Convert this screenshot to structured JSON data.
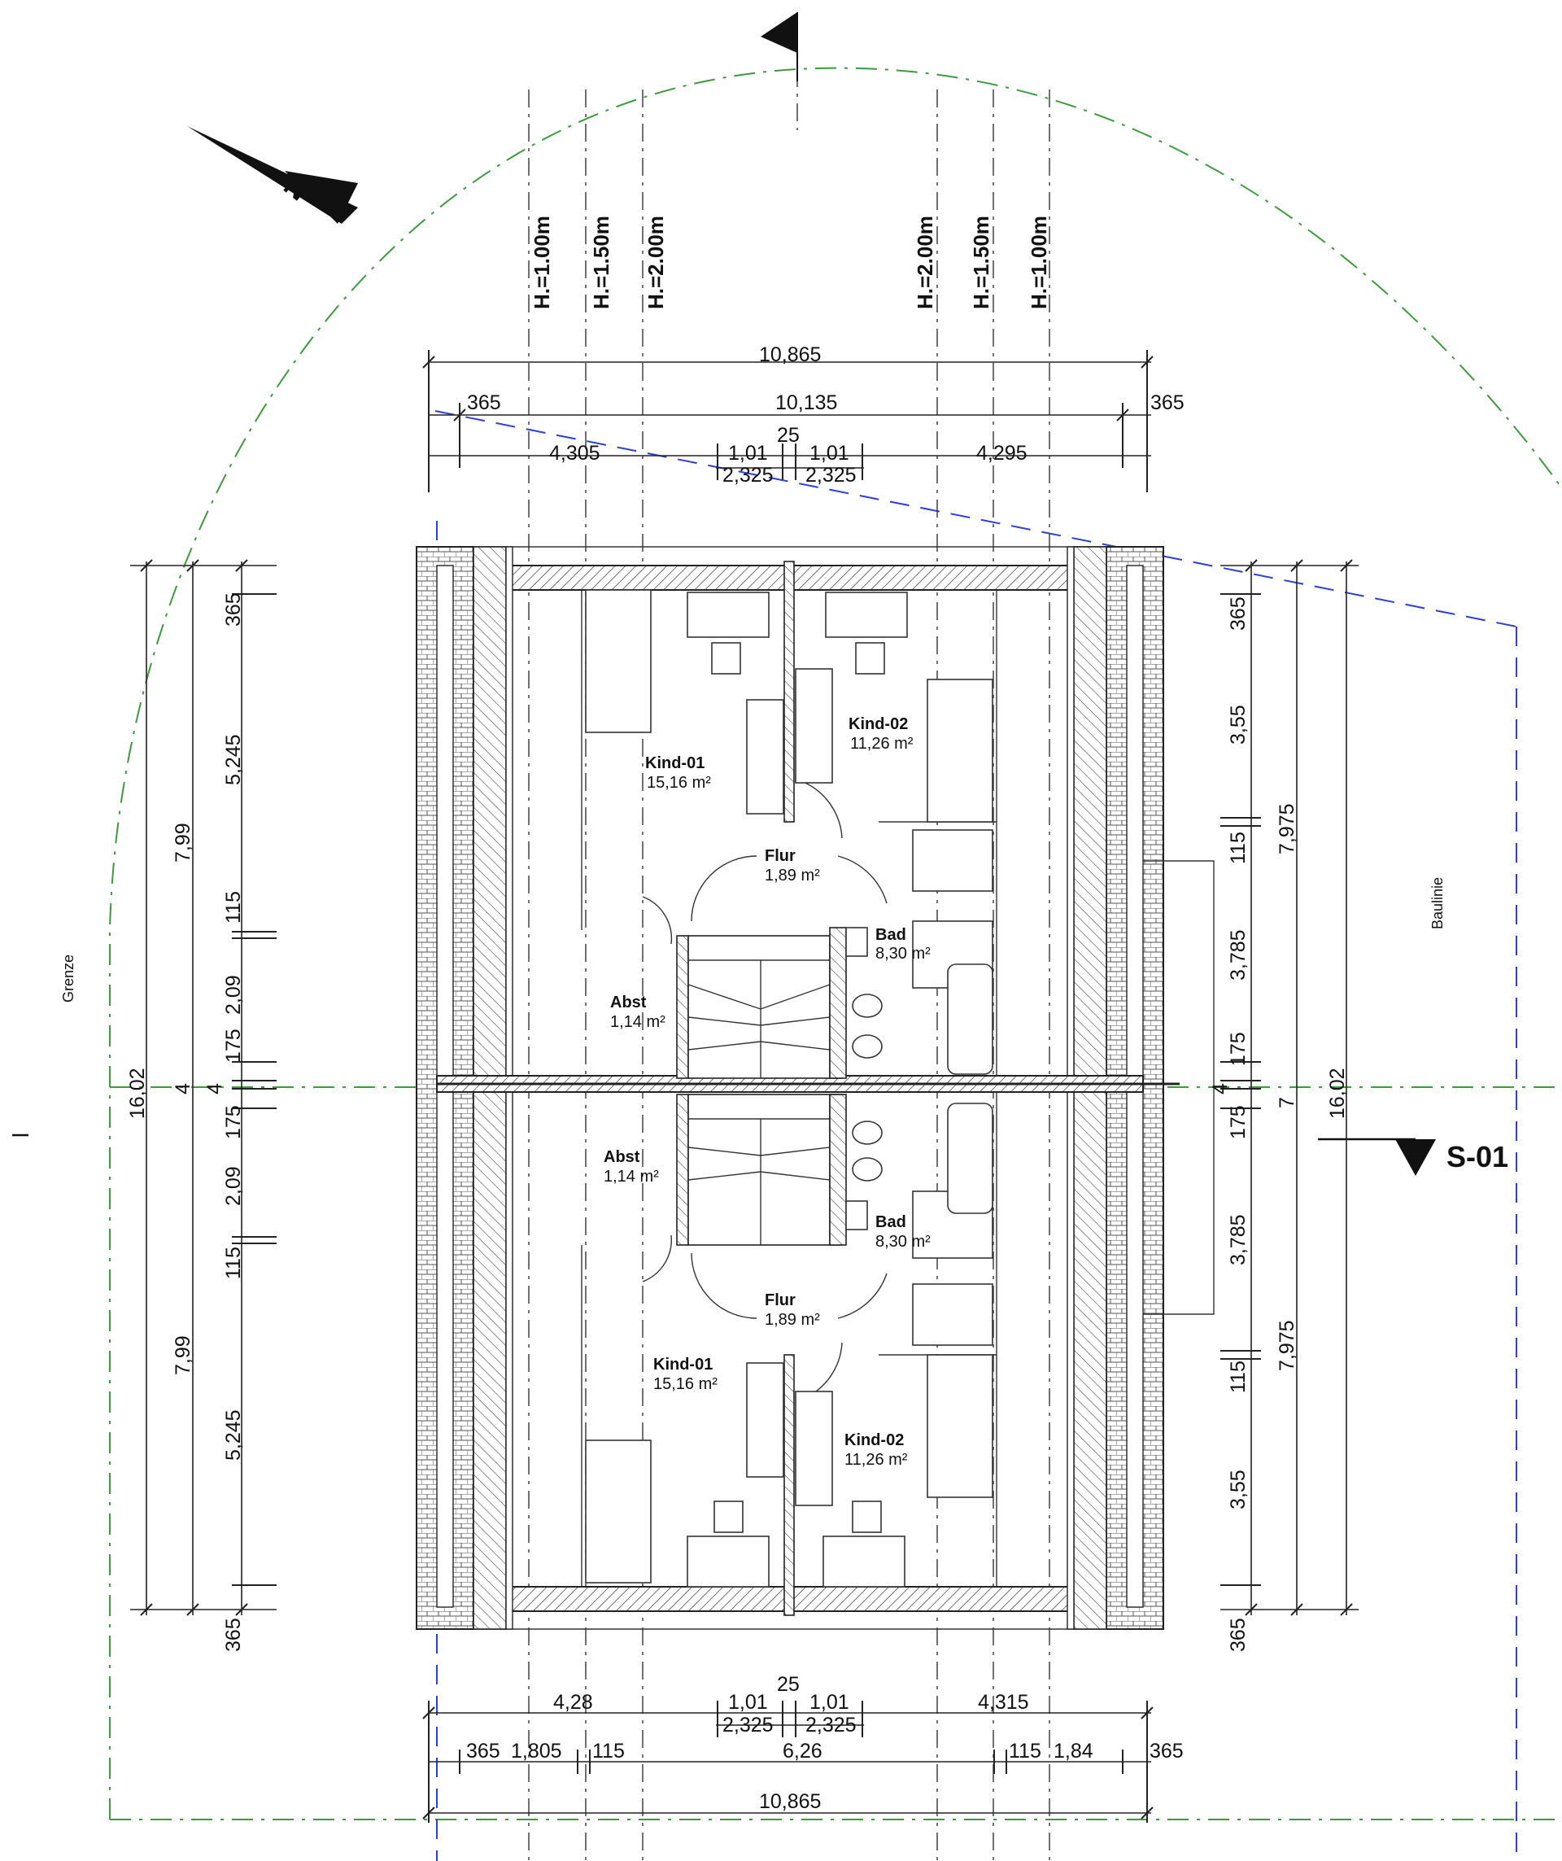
{
  "north_label": "N",
  "height_lines": [
    "H.=1.00m",
    "H.=1.50m",
    "H.=2.00m",
    "H.=2.00m",
    "H.=1.50m",
    "H.=1.00m"
  ],
  "side_labels": {
    "left": "Grenze",
    "right": "Baulinie"
  },
  "section_label": "S-01",
  "dims_top": {
    "overall": "10,865",
    "wall_left": "365",
    "inner": "10,135",
    "wall_right": "365",
    "center": "25",
    "seg_left": "4,305",
    "stair_left_a": "1,01",
    "stair_right_a": "1,01",
    "stair_left_b": "2,325",
    "stair_right_b": "2,325",
    "seg_right": "4,295"
  },
  "dims_bottom": {
    "center": "25",
    "seg_left": "4,28",
    "stair_left_a": "1,01",
    "stair_right_a": "1,01",
    "stair_left_b": "2,325",
    "stair_right_b": "2,325",
    "seg_right": "4,315",
    "wall_left": "365",
    "left_room": "1,805",
    "inner_wall_left": "115",
    "middle": "6,26",
    "inner_wall_right": "115",
    "right_room": "1,84",
    "wall_right": "365",
    "overall": "10,865"
  },
  "dims_left": {
    "total": "16,02",
    "half_top": "7,99",
    "half_bottom": "7,99",
    "party_wall": "4",
    "top_wall": "365",
    "room_top": "5,245",
    "inner_top": "115",
    "abst_top": "2,09",
    "stair_top": "175",
    "center": "4",
    "stair_bottom": "175",
    "abst_bottom": "2,09",
    "inner_bottom": "115",
    "room_bottom": "5,245",
    "bottom_wall": "365"
  },
  "dims_right": {
    "total": "16,02",
    "half_top": "7,975",
    "half_bottom": "7,975",
    "party_wall": "7",
    "top_wall": "365",
    "room_top": "3,55",
    "inner_top": "115",
    "bath_top": "3,785",
    "stair_top": "175",
    "center": "4",
    "stair_bottom": "175",
    "bath_bottom": "3,785",
    "inner_bottom": "115",
    "room_bottom": "3,55",
    "bottom_wall": "365"
  },
  "rooms": {
    "top": [
      {
        "name": "Kind-01",
        "area": "15,16 m²"
      },
      {
        "name": "Kind-02",
        "area": "11,26 m²"
      },
      {
        "name": "Flur",
        "area": "1,89 m²"
      },
      {
        "name": "Bad",
        "area": "8,30 m²"
      },
      {
        "name": "Abst",
        "area": "1,14 m²"
      }
    ],
    "bottom": [
      {
        "name": "Abst",
        "area": "1,14 m²"
      },
      {
        "name": "Bad",
        "area": "8,30 m²"
      },
      {
        "name": "Flur",
        "area": "1,89 m²"
      },
      {
        "name": "Kind-01",
        "area": "15,16 m²"
      },
      {
        "name": "Kind-02",
        "area": "11,26 m²"
      }
    ]
  },
  "colors": {
    "boundary_line": "#3f9a3f",
    "roof_line": "#2c3fd6",
    "ink": "#111111"
  }
}
